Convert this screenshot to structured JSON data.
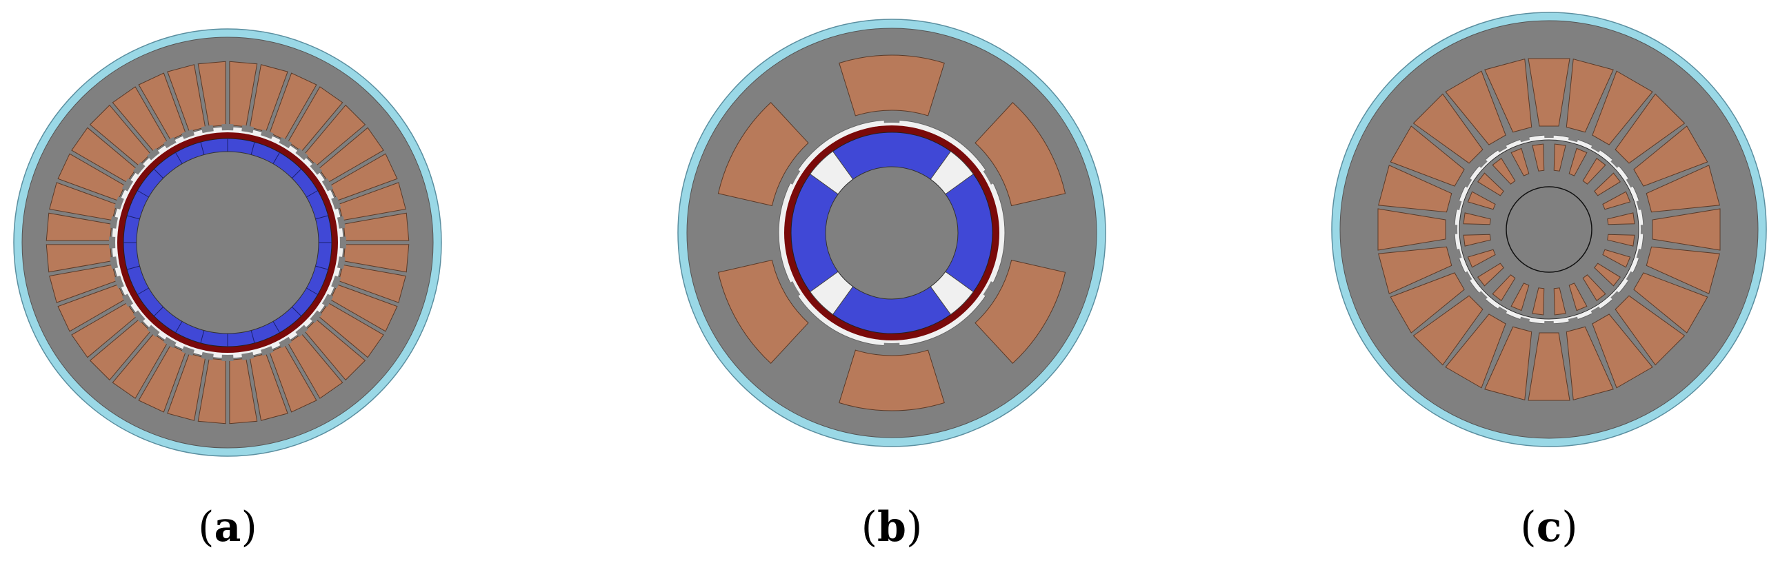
{
  "figure": {
    "panels": [
      {
        "id": "a",
        "caption": "a",
        "stator_slots": 36,
        "rotor_magnet_segments": 24,
        "rotor_type": "surface-magnet-ring",
        "inner_slot_teeth": 0
      },
      {
        "id": "b",
        "caption": "b",
        "stator_slots": 6,
        "rotor_magnet_segments": 4,
        "rotor_type": "four-pole-ring-with-gaps",
        "inner_slot_teeth": 0
      },
      {
        "id": "c",
        "caption": "c",
        "stator_slots": 24,
        "rotor_magnet_segments": 0,
        "rotor_type": "inner-slotted",
        "inner_slot_teeth": 24
      }
    ]
  },
  "colors": {
    "background": "#ffffff",
    "casing": "#9ad8e6",
    "steel": "#808080",
    "coil": "#b87a5a",
    "magnet": "#4048d6",
    "sleeve": "#7a0a0a",
    "air_gap": "#f0f0f0",
    "caption": "#000000"
  }
}
